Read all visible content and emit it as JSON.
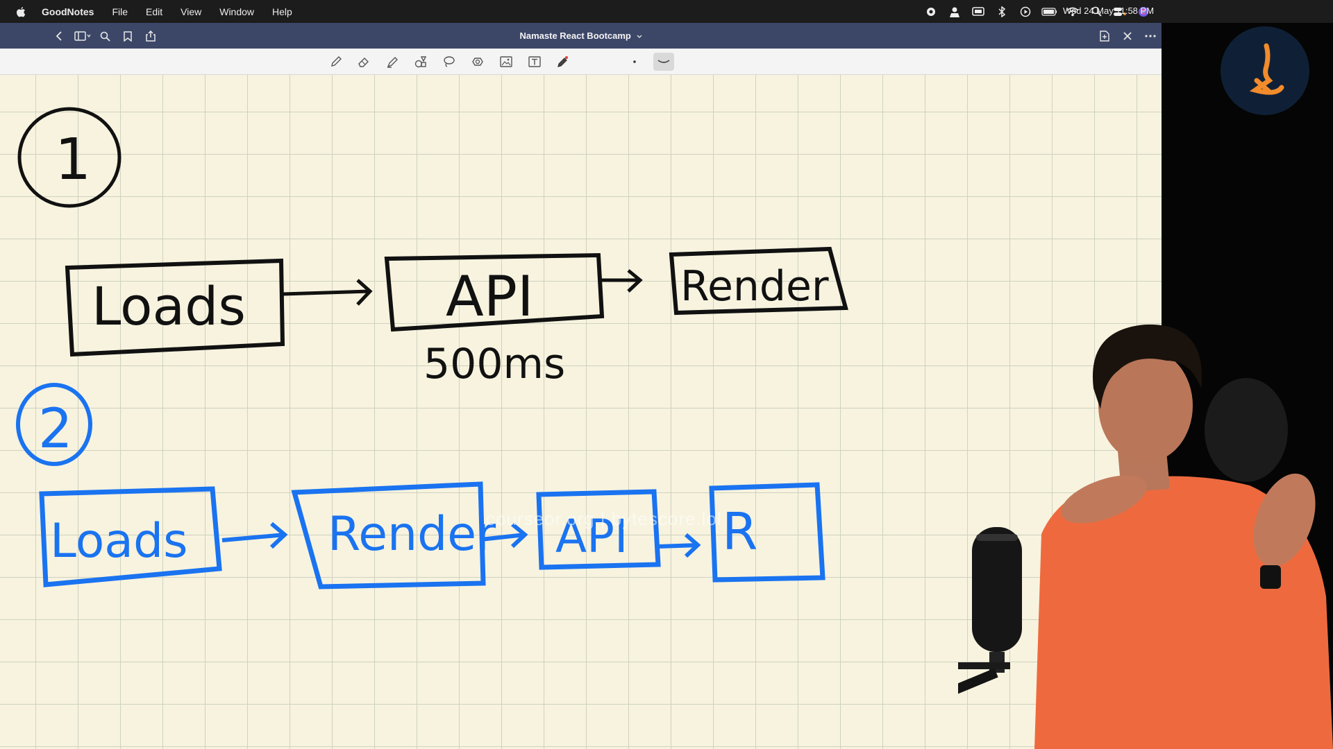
{
  "menubar": {
    "app_name": "GoodNotes",
    "menus": [
      "File",
      "Edit",
      "View",
      "Window",
      "Help"
    ],
    "clock": "Wed 24 May  11:58 PM",
    "status_icons": [
      "record-icon",
      "user-icon",
      "display-icon",
      "bluetooth-icon",
      "play-icon",
      "battery-icon",
      "wifi-icon",
      "search-icon",
      "control-center-icon",
      "siri-icon"
    ]
  },
  "window": {
    "title": "Namaste React Bootcamp",
    "left_buttons": [
      "back-icon",
      "sidebar-icon",
      "search-icon",
      "bookmark-icon",
      "share-icon"
    ],
    "right_buttons": [
      "add-page-icon",
      "close-icon",
      "more-icon"
    ]
  },
  "toolbar": {
    "tools": [
      "pen-icon",
      "eraser-icon",
      "highlighter-icon",
      "shapes-icon",
      "lasso-icon",
      "sticker-icon",
      "image-icon",
      "text-icon",
      "laser-pointer-icon",
      "stroke-size-dot-icon",
      "stroke-curve-icon"
    ]
  },
  "notes": {
    "section1_number": "1",
    "section2_number": "2",
    "row1": [
      "Loads",
      "API",
      "Render"
    ],
    "row1_annotation": "500ms",
    "row2": [
      "Loads",
      "Render",
      "API",
      "R"
    ],
    "colors": {
      "row1_ink": "#111111",
      "row2_ink": "#1a73f0"
    }
  },
  "overlay": {
    "watermark": "courseor.org | bytescore.lol"
  },
  "colors": {
    "titlebar": "#3c4768",
    "paper": "#f7f3df",
    "grid": "#cfd1c0",
    "menubar": "#1c1c1c"
  }
}
